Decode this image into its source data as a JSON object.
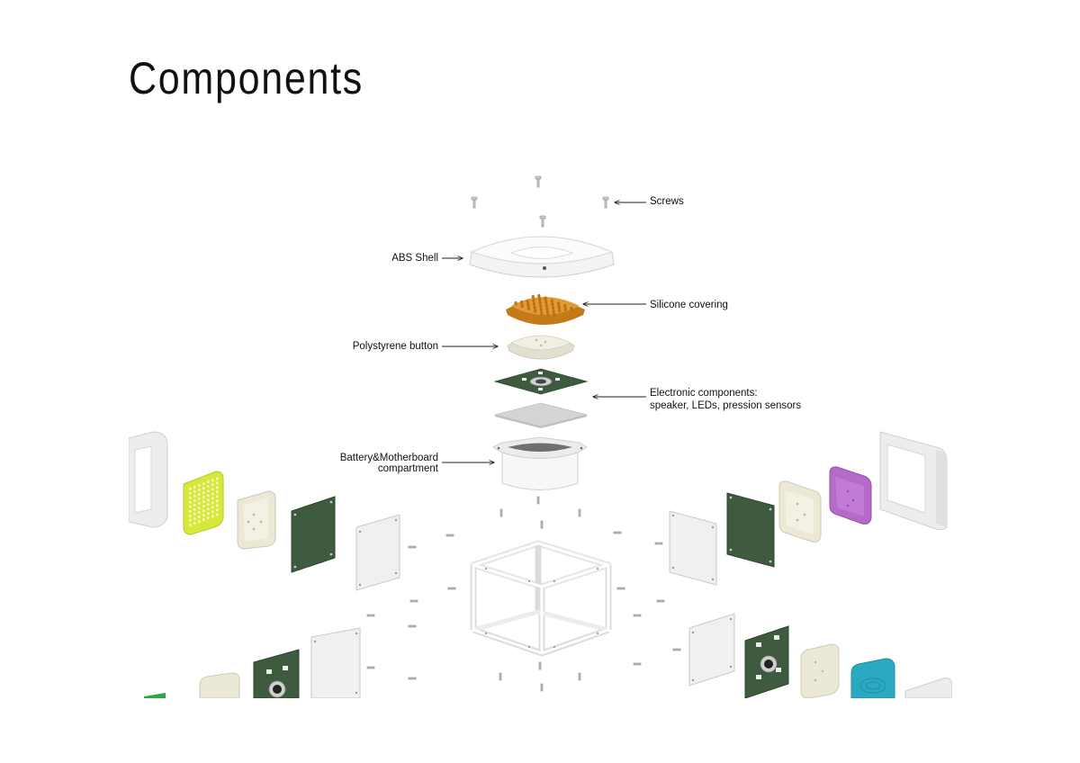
{
  "page": {
    "title": "Components"
  },
  "labels": {
    "screws": "Screws",
    "abs_shell": "ABS Shell",
    "silicone": "Silicone covering",
    "polystyrene": "Polystyrene button",
    "electronic_1": "Electronic components:",
    "electronic_2": "speaker, LEDs, pression sensors",
    "battery_1": "Battery&Motherboard",
    "battery_2": "compartment"
  },
  "colors": {
    "shell": "#f2f2f2",
    "silicone": "#d2871f",
    "button": "#ece8da",
    "pcb": "#3f5b3f",
    "plate": "#d9d9d9",
    "frame": "#f4f4f4",
    "lime": "#d7e83a",
    "purple": "#b56ac9",
    "teal": "#2ba9c2",
    "green": "#27a844"
  }
}
